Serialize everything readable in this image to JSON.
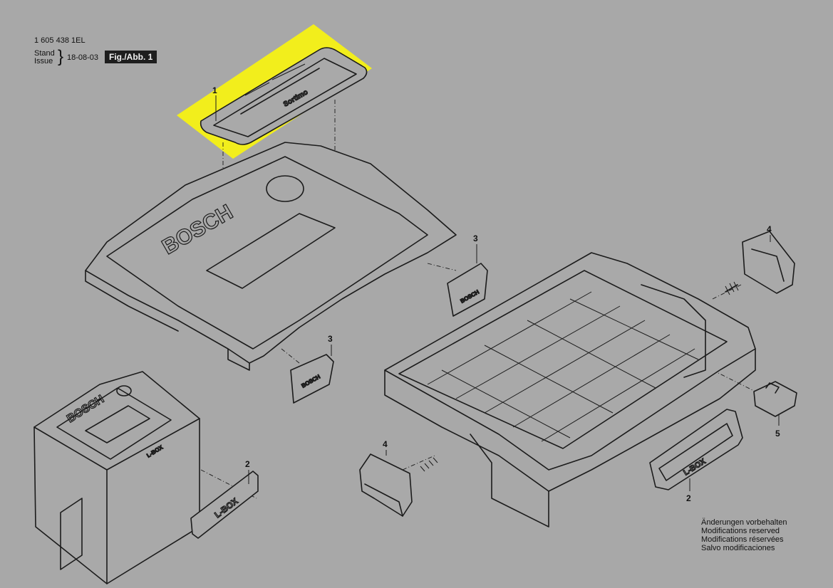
{
  "header": {
    "part_number": "1 605 438 1EL",
    "stand_label": "Stand",
    "issue_label": "Issue",
    "brace": "}",
    "issue_date": "18-08-03",
    "figure_label": "Fig./Abb. 1"
  },
  "callouts": {
    "c1": "1",
    "c2a": "2",
    "c2b": "2",
    "c3a": "3",
    "c3b": "3",
    "c4a": "4",
    "c4b": "4",
    "c5": "5"
  },
  "part_markings": {
    "lid_brand": "BOSCH",
    "box_brand": "BOSCH",
    "label_plate": "L-BOX",
    "side_handle": "L-BOX",
    "front_box_label": "L-BOX",
    "handle_brand": "Sortimo",
    "clip_brand": "BOSCH"
  },
  "notes": [
    "Änderungen vorbehalten",
    "Modifications reserved",
    "Modifications réservées",
    "Salvo modificaciones"
  ],
  "colors": {
    "background": "#a8a8a8",
    "highlight": "#f2ee1c",
    "line": "#1b1b1b",
    "badge": "#1e1e1e"
  }
}
